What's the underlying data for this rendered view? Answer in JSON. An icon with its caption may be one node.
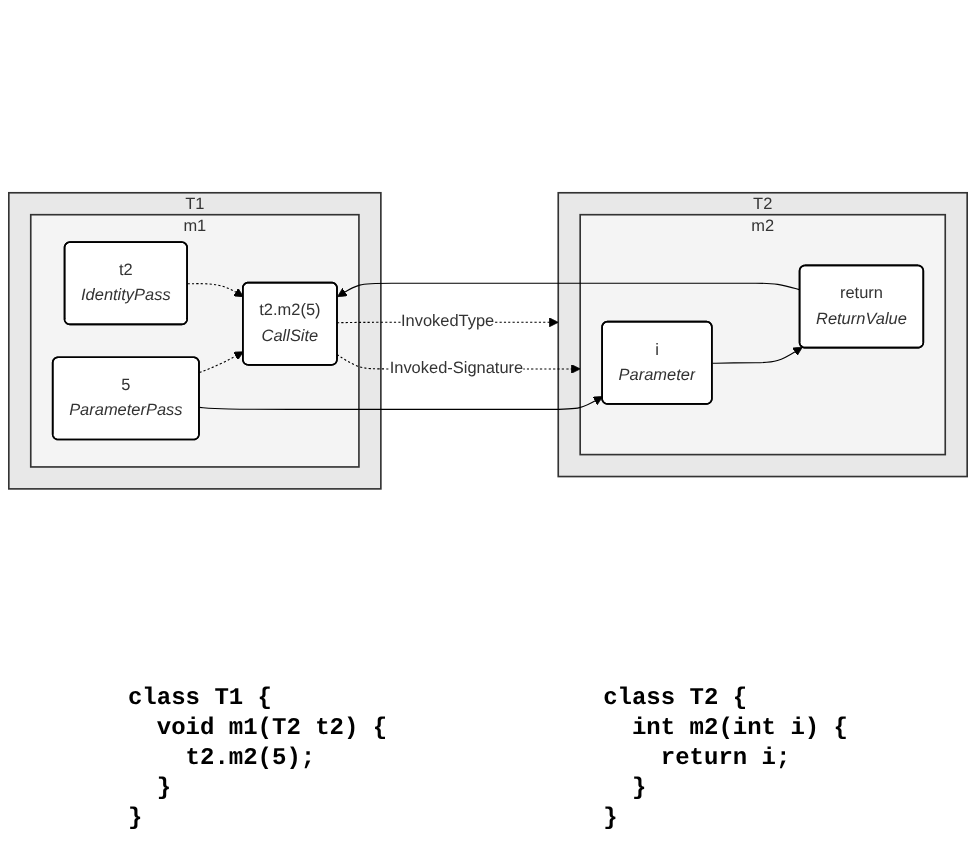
{
  "diagram": {
    "nodes": [
      {
        "text": [
          "T1"
        ]
      },
      {
        "text": [
          "m1"
        ],
        "in": 0
      },
      {
        "text": [
          "t2",
          "IdentityPass"
        ],
        "in": 1
      },
      {
        "text": [
          "5",
          "ParameterPass"
        ],
        "in": 1
      },
      {
        "text": [
          "t2.m2(5)",
          "CallSite"
        ],
        "in": 1
      },
      {
        "text": [
          "T2"
        ]
      },
      {
        "text": [
          "m2"
        ],
        "in": 5
      },
      {
        "text": [
          "i",
          "Parameter"
        ],
        "in": 6
      },
      {
        "text": [
          "return",
          "ReturnValue"
        ],
        "in": 6
      }
    ],
    "edges": [
      {
        "from": 3,
        "to": 7,
        "arrow": "to"
      },
      {
        "from": 7,
        "to": 8,
        "arrow": "to"
      },
      {
        "from": 8,
        "to": 4,
        "arrow": "to"
      },
      {
        "from": 2,
        "to": 4,
        "arrow": "to",
        "style": "dashed"
      },
      {
        "from": 3,
        "to": 4,
        "arrow": "to",
        "style": "dashed"
      },
      {
        "from": 4,
        "to": 6,
        "arrow": "to",
        "style": "dashed",
        "label": "Invoked-Signature"
      },
      {
        "from": 4,
        "to": 5,
        "arrow": "to",
        "style": "dashed",
        "label": "InvokedType"
      }
    ],
    "labels": [
      "class T1 {",
      "  void m1(T2 t2) {",
      "    t2.m2(5);",
      "  }",
      "}",
      "class T2 {",
      "  int m2(int i) {",
      "    return i;",
      "  }",
      "}"
    ]
  }
}
